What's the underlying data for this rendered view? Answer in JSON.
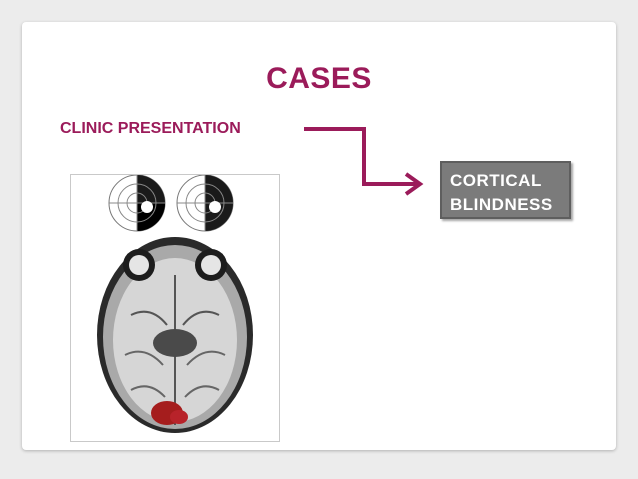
{
  "slide": {
    "title": "CASES",
    "clinic_label": "CLINIC PRESENTATION",
    "result_line1": "CORTICAL",
    "result_line2": "BLINDNESS"
  },
  "colors": {
    "accent": "#9b1b5a",
    "box_fill": "#7b7b7b",
    "lesion": "#a51d1d"
  },
  "icons": [
    "visual-field-diagram-left",
    "visual-field-diagram-right",
    "brain-mri-axial"
  ]
}
